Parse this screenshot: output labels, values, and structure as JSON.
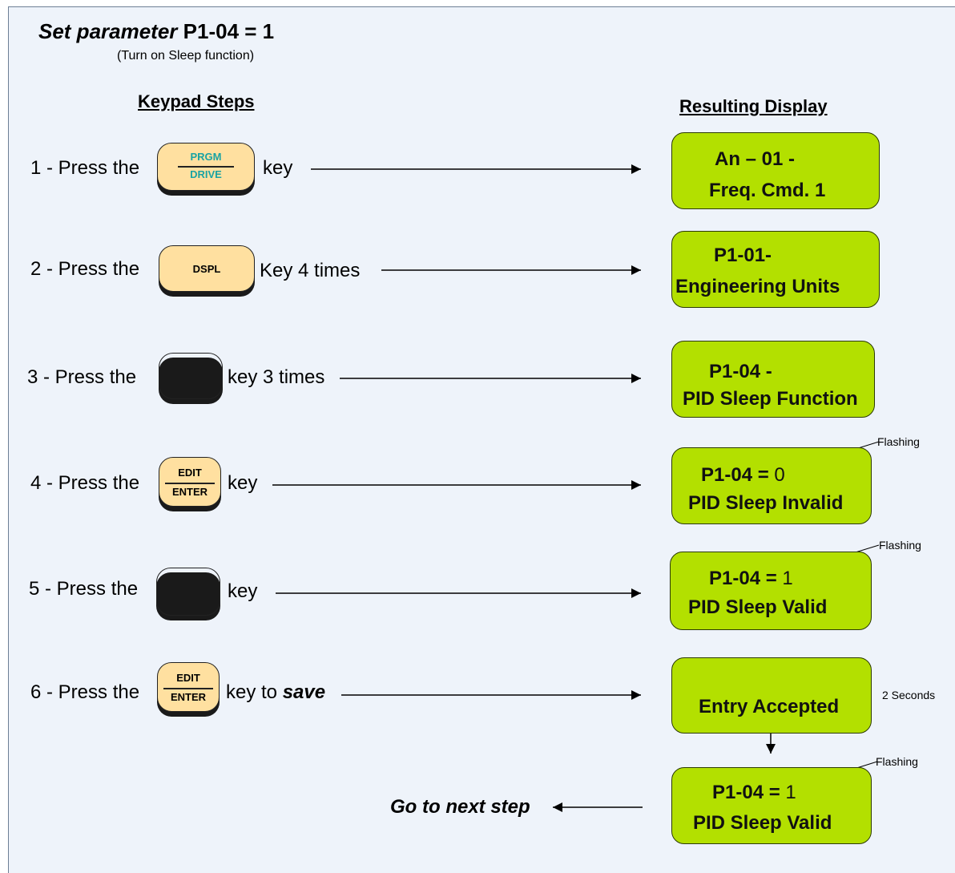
{
  "title": {
    "prefix": "Set  parameter",
    "param": "P1-04 = 1"
  },
  "subtitle": "(Turn on Sleep function)",
  "headers": {
    "left": "Keypad Steps",
    "right": "Resulting Display"
  },
  "keys": {
    "prgm_top": "PRGM",
    "prgm_bottom": "DRIVE",
    "dspl": "DSPL",
    "edit_top": "EDIT",
    "edit_bottom": "ENTER"
  },
  "steps": [
    {
      "prefix": "1 - Press the",
      "suffix": "key",
      "display": [
        "An – 01 -",
        "Freq. Cmd. 1"
      ]
    },
    {
      "prefix": "2 - Press the",
      "suffix": "Key 4 times",
      "display": [
        "P1-01-",
        "Engineering Units"
      ]
    },
    {
      "prefix": "3 - Press the",
      "suffix": "key 3 times",
      "display": [
        "P1-04 -",
        "PID Sleep Function"
      ]
    },
    {
      "prefix": "4 - Press the",
      "suffix": "key",
      "display_prefix": "P1-04 =",
      "display_value": "0",
      "display_line2": "PID Sleep Invalid",
      "note": "Flashing"
    },
    {
      "prefix": "5 - Press the",
      "suffix": "key",
      "display_prefix": "P1-04 =",
      "display_value": "1",
      "display_line2": "PID Sleep Valid",
      "note": "Flashing"
    },
    {
      "prefix": "6 - Press the",
      "suffix": "key to",
      "suffix_emph": "save",
      "display": [
        "Entry Accepted"
      ],
      "note": "2 Seconds"
    }
  ],
  "final": {
    "display_prefix": "P1-04 =",
    "display_value": "1",
    "display_line2": "PID Sleep Valid",
    "note": "Flashing",
    "next": "Go to next step"
  },
  "colors": {
    "lcd": "#b3e000",
    "key": "#ffe0a0",
    "background": "#eef3fa",
    "prgm_text": "#1aa3a3"
  }
}
